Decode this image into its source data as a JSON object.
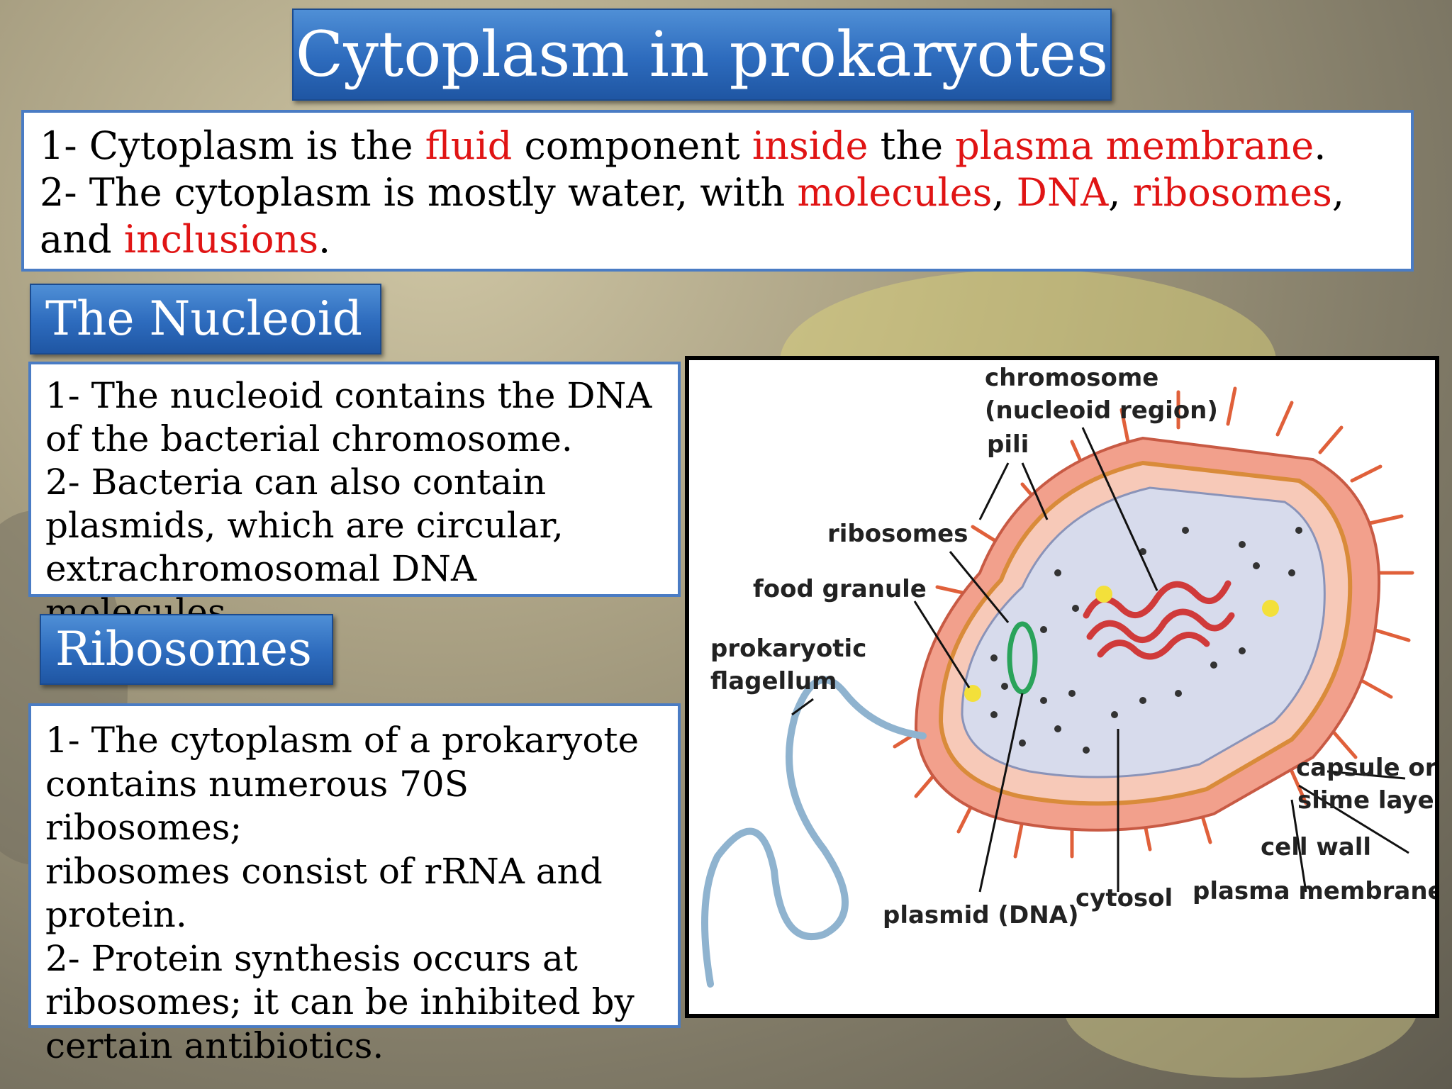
{
  "slide": {
    "title": "Cytoplasm in prokaryotes",
    "intro": {
      "line1": [
        "1- Cytoplasm is the ",
        "fluid",
        " component ",
        "inside",
        " the ",
        "plasma membrane",
        "."
      ],
      "line2": [
        "2- The cytoplasm is mostly water, with ",
        "molecules",
        ", ",
        "DNA",
        ", ",
        "ribosomes",
        ","
      ],
      "line3": [
        "and ",
        "inclusions",
        "."
      ]
    },
    "nucleoid": {
      "heading": "The Nucleoid",
      "lines": [
        "1- The nucleoid contains the DNA",
        "of the bacterial  chromosome.",
        "2- Bacteria can also contain",
        "plasmids, which are circular,",
        "extrachromosomal DNA molecules."
      ]
    },
    "ribosomes": {
      "heading": "Ribosomes",
      "lines": [
        "1- The cytoplasm of a prokaryote",
        "contains numerous 70S ribosomes;",
        "ribosomes consist of rRNA and",
        "protein.",
        "2-  Protein synthesis occurs at",
        "ribosomes; it can be inhibited by",
        "certain antibiotics."
      ]
    },
    "diagram": {
      "labels": {
        "chromosome": "chromosome",
        "nucleoid_region": "(nucleoid region)",
        "pili": "pili",
        "ribosomes": "ribosomes",
        "food_granule": "food granule",
        "prokaryotic": "prokaryotic",
        "flagellum": "flagellum",
        "capsule_or": "capsule or",
        "slime_layer": "slime layer",
        "cell_wall": "cell wall",
        "plasma_membrane": "plasma membrane",
        "cytosol": "cytosol",
        "plasmid": "plasmid (DNA)"
      }
    },
    "colors": {
      "accent_blue": "#2d6bbd",
      "highlight_red": "#e01414"
    }
  }
}
